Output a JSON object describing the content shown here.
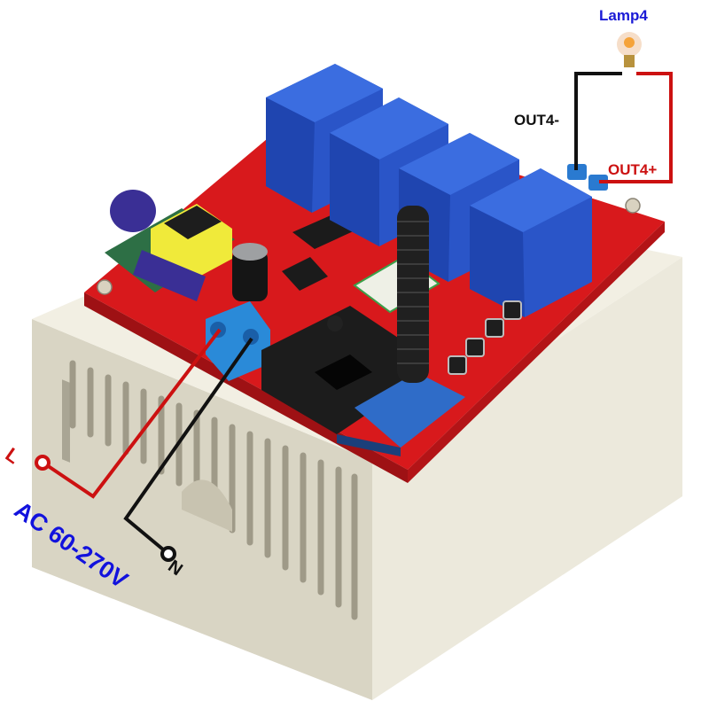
{
  "diagram": {
    "subject": "4-channel wireless RF relay module in DIN rail enclosure",
    "labels": {
      "lamp": "Lamp4",
      "out_minus": "OUT4-",
      "out_plus": "OUT4+",
      "live": "L",
      "neutral": "N",
      "supply": "AC 60-270V"
    },
    "components": [
      {
        "name": "relay",
        "count": 4,
        "color": "#2a55c8"
      },
      {
        "name": "pcb-board",
        "color": "#d8191c"
      },
      {
        "name": "enclosure",
        "color": "#e9e6d8"
      },
      {
        "name": "power-module",
        "color": "#f0ea3a"
      },
      {
        "name": "electrolytic-capacitor",
        "color": "#3a2f95"
      },
      {
        "name": "antenna",
        "color": "#222222"
      },
      {
        "name": "rf-receiver-module",
        "color": "#2f6cc8"
      },
      {
        "name": "terminal-block",
        "color": "#2a8ad8"
      },
      {
        "name": "push-buttons",
        "count": 4
      }
    ],
    "wires": {
      "live_color": "#cc1111",
      "neutral_color": "#111111",
      "lamp_return_color": "#111111",
      "lamp_feed_color": "#cc1111"
    },
    "colors": {
      "lamp_label": "#1a1ad6",
      "supply_label": "#1212dd",
      "positive": "#cc1111",
      "negative": "#111111",
      "background": "#ffffff"
    }
  }
}
